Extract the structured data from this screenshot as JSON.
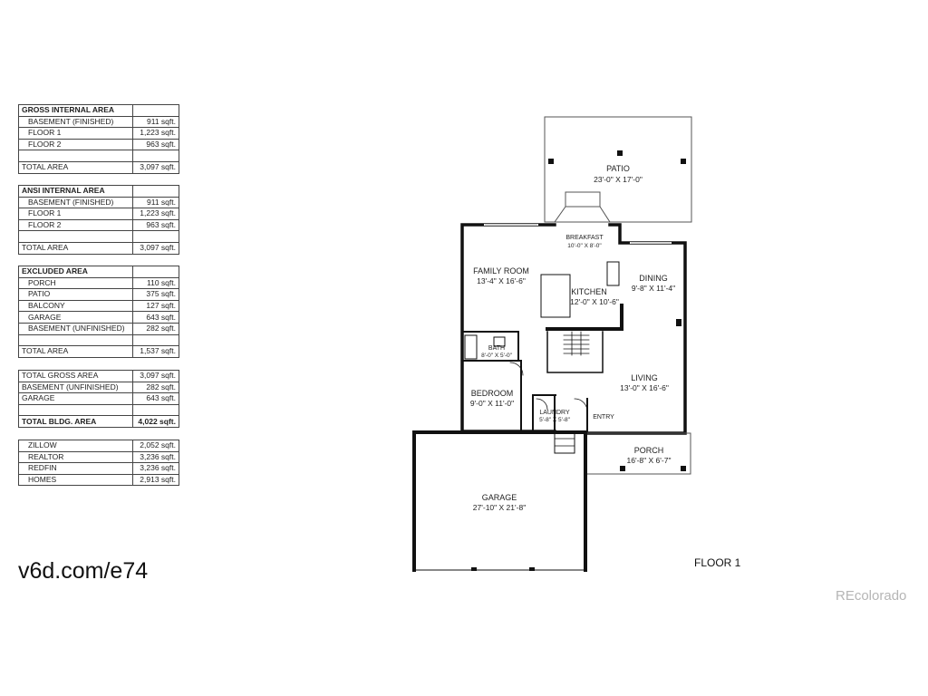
{
  "tables": {
    "gross": {
      "title": "GROSS INTERNAL AREA",
      "rows": [
        {
          "label": "BASEMENT (FINISHED)",
          "value": "911 sqft."
        },
        {
          "label": "FLOOR 1",
          "value": "1,223 sqft."
        },
        {
          "label": "FLOOR 2",
          "value": "963 sqft."
        }
      ],
      "total": {
        "label": "TOTAL AREA",
        "value": "3,097 sqft."
      }
    },
    "ansi": {
      "title": "ANSI INTERNAL AREA",
      "rows": [
        {
          "label": "BASEMENT (FINISHED)",
          "value": "911 sqft."
        },
        {
          "label": "FLOOR 1",
          "value": "1,223 sqft."
        },
        {
          "label": "FLOOR 2",
          "value": "963 sqft."
        }
      ],
      "total": {
        "label": "TOTAL AREA",
        "value": "3,097 sqft."
      }
    },
    "excluded": {
      "title": "EXCLUDED AREA",
      "rows": [
        {
          "label": "PORCH",
          "value": "110 sqft."
        },
        {
          "label": "PATIO",
          "value": "375 sqft."
        },
        {
          "label": "BALCONY",
          "value": "127 sqft."
        },
        {
          "label": "GARAGE",
          "value": "643 sqft."
        },
        {
          "label": "BASEMENT (UNFINISHED)",
          "value": "282 sqft."
        }
      ],
      "total": {
        "label": "TOTAL AREA",
        "value": "1,537 sqft."
      }
    },
    "totals": {
      "rows": [
        {
          "label": "TOTAL GROSS AREA",
          "value": "3,097 sqft."
        },
        {
          "label": "BASEMENT (UNFINISHED)",
          "value": "282 sqft."
        },
        {
          "label": "GARAGE",
          "value": "643 sqft."
        }
      ],
      "total": {
        "label": "TOTAL BLDG. AREA",
        "value": "4,022 sqft."
      }
    },
    "sites": {
      "rows": [
        {
          "label": "ZILLOW",
          "value": "2,052 sqft."
        },
        {
          "label": "REALTOR",
          "value": "3,236 sqft."
        },
        {
          "label": "REDFIN",
          "value": "3,236 sqft."
        },
        {
          "label": "HOMES",
          "value": "2,913 sqft."
        }
      ]
    }
  },
  "website": "v6d.com/e74",
  "floor_label": "FLOOR 1",
  "watermark": "REcolorado",
  "rooms": {
    "patio": {
      "name": "PATIO",
      "dims": "23'-0\" X 17'-0\""
    },
    "breakfast": {
      "name": "BREAKFAST",
      "dims": "10'-0\" X 8'-0\""
    },
    "family_room": {
      "name": "FAMILY ROOM",
      "dims": "13'-4\" X 16'-6\""
    },
    "kitchen": {
      "name": "KITCHEN",
      "dims": "12'-0\" X 10'-6\""
    },
    "dining": {
      "name": "DINING",
      "dims": "9'-8\" X 11'-4\""
    },
    "bath": {
      "name": "BATH",
      "dims": "8'-0\" X 5'-0\""
    },
    "living": {
      "name": "LIVING",
      "dims": "13'-0\" X 16'-6\""
    },
    "bedroom": {
      "name": "BEDROOM",
      "dims": "9'-0\" X 11'-0\""
    },
    "laundry": {
      "name": "LAUNDRY",
      "dims": "5'-8\" X 5'-8\""
    },
    "entry": {
      "name": "ENTRY"
    },
    "porch": {
      "name": "PORCH",
      "dims": "16'-8\" X 6'-7\""
    },
    "garage": {
      "name": "GARAGE",
      "dims": "27'-10\" X 21'-8\""
    }
  }
}
